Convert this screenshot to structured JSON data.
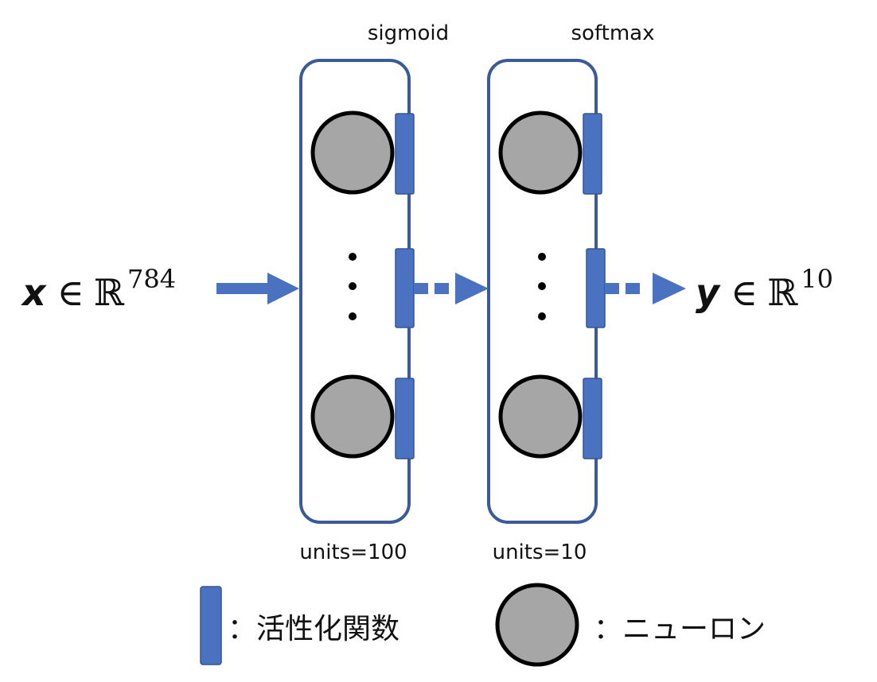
{
  "layers": [
    {
      "activation": "sigmoid",
      "units": "units=100"
    },
    {
      "activation": "softmax",
      "units": "units=10"
    }
  ],
  "input": {
    "var": "x",
    "in": "∈",
    "space": "ℝ",
    "dim": "784"
  },
  "output": {
    "var": "y",
    "in": "∈",
    "space": "ℝ",
    "dim": "10"
  },
  "legend": {
    "activation_label": "：活性化関数",
    "neuron_label": "：ニューロン"
  },
  "colors": {
    "layer_border": "#3a5a9a",
    "activation_fill": "#4a72c0",
    "neuron_fill": "#a6a6a6",
    "neuron_stroke": "#000000",
    "arrow": "#4a72c0"
  }
}
